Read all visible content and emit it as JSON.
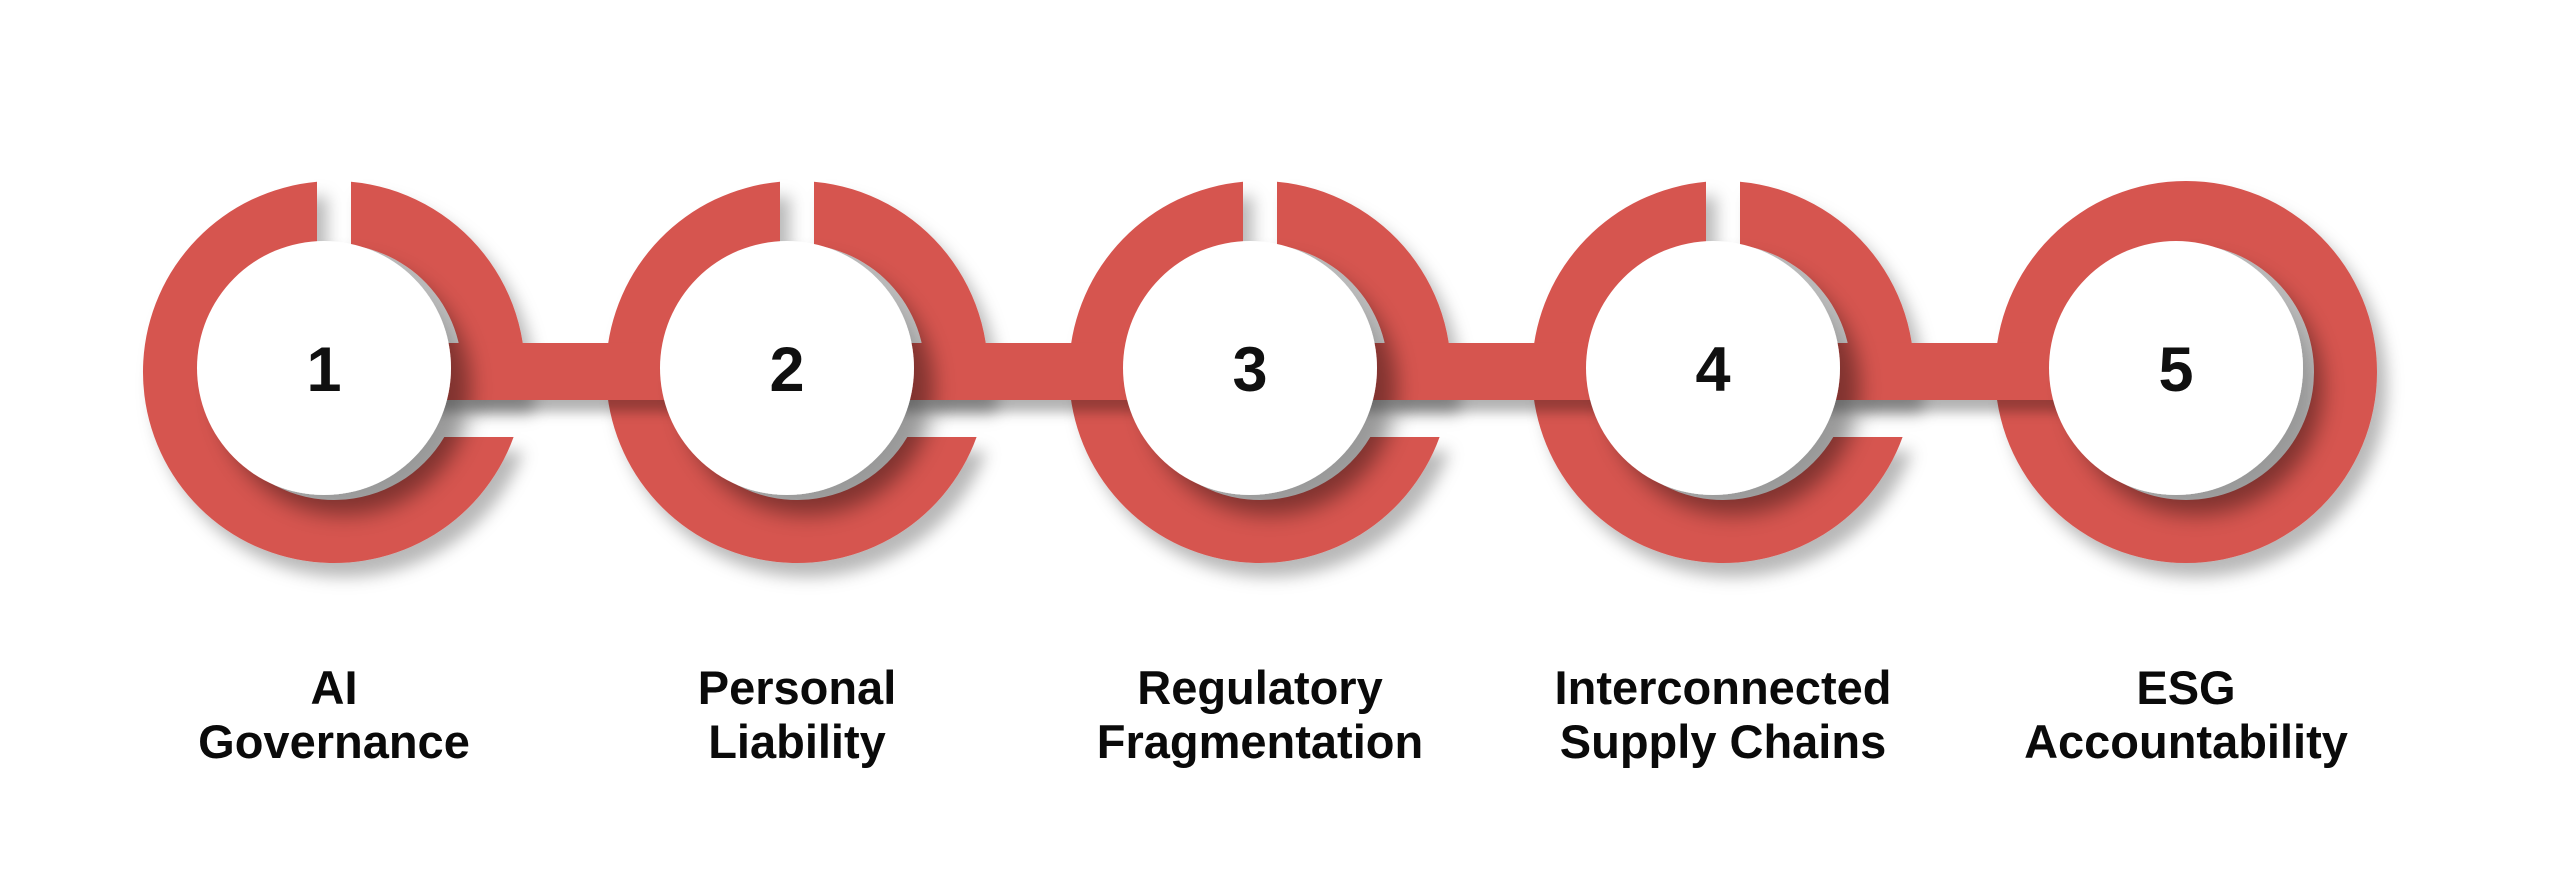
{
  "diagram": {
    "type": "process-chain-infographic",
    "background_color": "#FFFFFF",
    "accent_color": "#D6544F",
    "text_color": "#0A0A0A",
    "step_count": 5,
    "items": [
      {
        "number": "1",
        "label": "AI\nGovernance"
      },
      {
        "number": "2",
        "label": "Personal\nLiability"
      },
      {
        "number": "3",
        "label": "Regulatory\nFragmentation"
      },
      {
        "number": "4",
        "label": "Interconnected\nSupply Chains"
      },
      {
        "number": "5",
        "label": "ESG\nAccountability"
      }
    ]
  }
}
